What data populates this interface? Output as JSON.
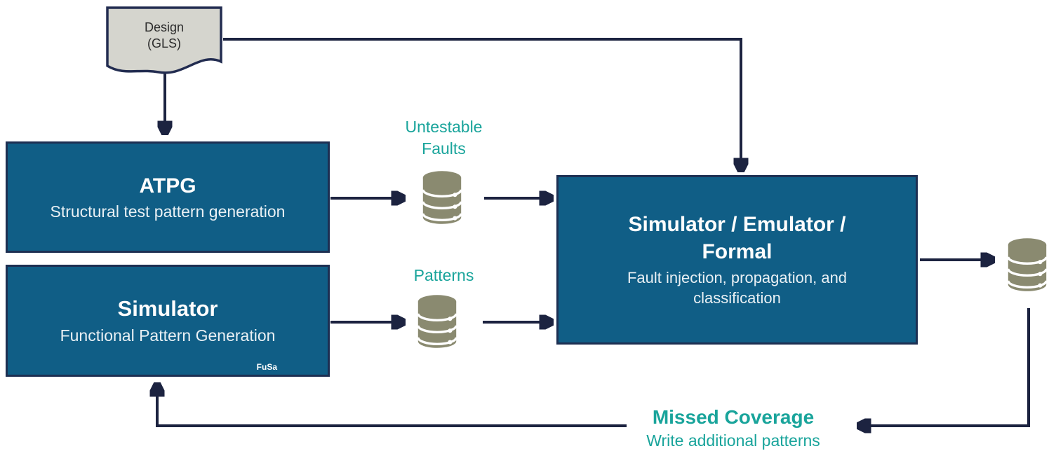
{
  "colors": {
    "box_fill": "#105e86",
    "box_border": "#1d2f52",
    "arrow": "#1c2340",
    "teal_text": "#19a49b",
    "database_icon": "#8a8a70",
    "document_fill": "#d5d5ce"
  },
  "nodes": {
    "design": {
      "label": "Design (GLS)"
    },
    "atpg": {
      "title": "ATPG",
      "subtitle": "Structural test pattern generation"
    },
    "simulator": {
      "title": "Simulator",
      "subtitle": "Functional Pattern Generation",
      "badge": "FuSa"
    },
    "sim_emu_formal": {
      "title_line1": "Simulator / Emulator /",
      "title_line2": "Formal",
      "subtitle_line1": "Fault injection, propagation, and",
      "subtitle_line2": "classification"
    }
  },
  "labels": {
    "untestable_faults": "Untestable Faults",
    "patterns": "Patterns",
    "missed_coverage_title": "Missed Coverage",
    "missed_coverage_subtitle": "Write additional patterns"
  }
}
